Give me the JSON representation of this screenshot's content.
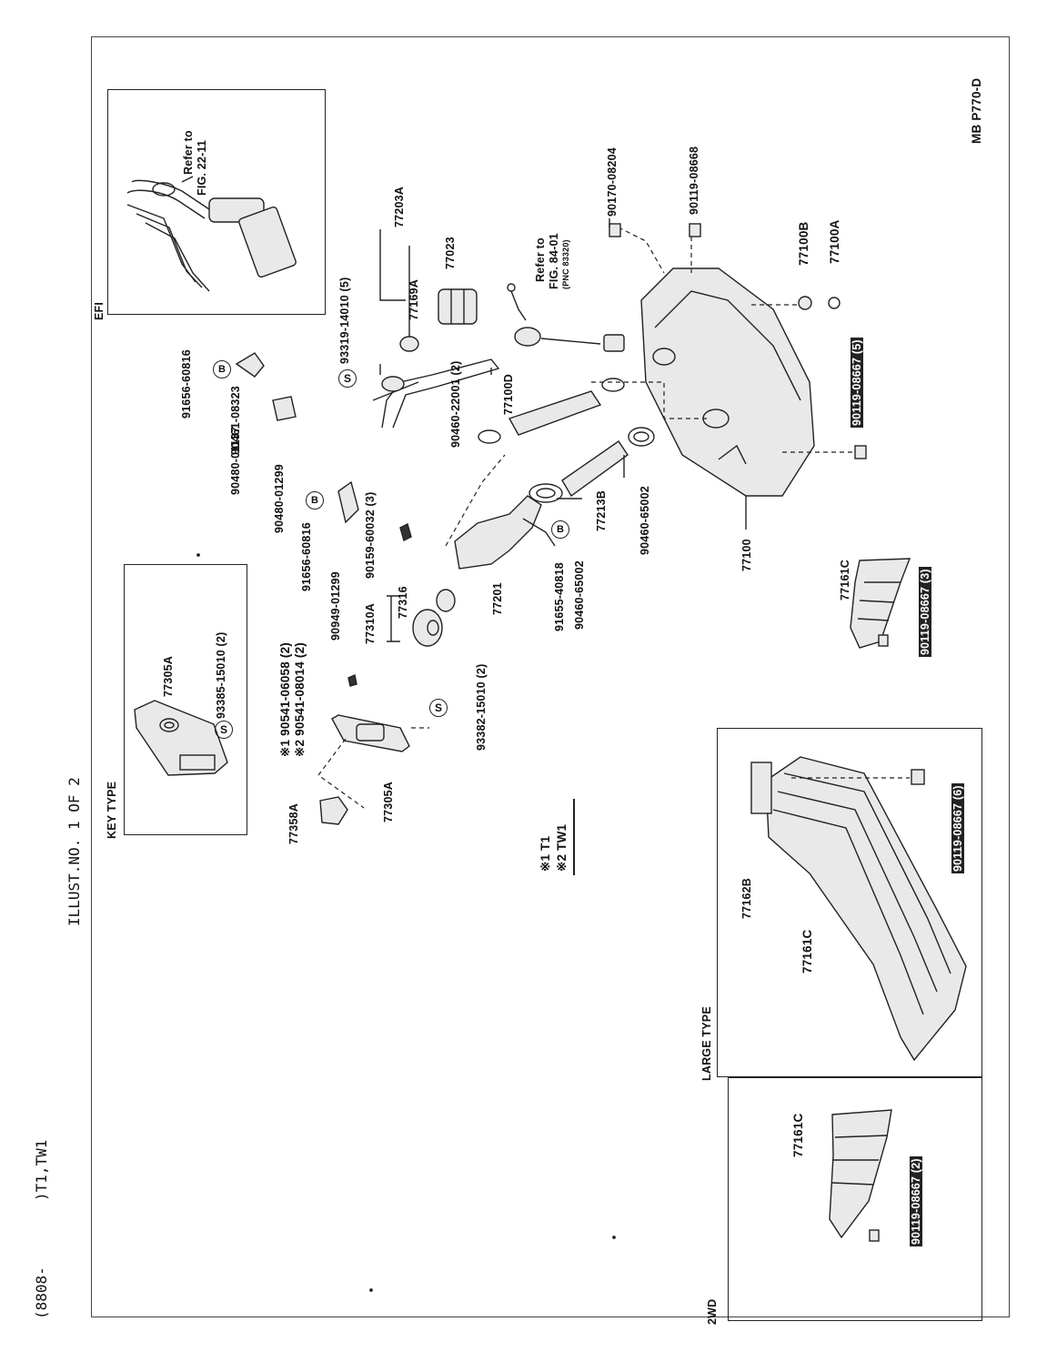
{
  "header": {
    "range": "(8808-",
    "models": ")T1,TW1",
    "illust": "ILLUST.NO. 1 OF 2"
  },
  "figure_code": "MB P770-D",
  "legend": {
    "line1": "※1 T1",
    "line2": "※2 TW1"
  },
  "sections": {
    "efi": "EFI",
    "key_type": "KEY TYPE",
    "large_type": "LARGE TYPE",
    "twowd": "2WD"
  },
  "refs": {
    "fig22_a": "Refer to",
    "fig22_b": "FIG. 22-11",
    "fig84_a": "Refer to",
    "fig84_b": "FIG. 84-01",
    "fig84_c": "(PNC 83320)"
  },
  "parts": {
    "p90170": "90170-08204",
    "p90119a": "90119-08668",
    "p77100b": "77100B",
    "p77100a": "77100A",
    "p90119b": "90119-08667 (5)",
    "p90119c": "90119-08667 (3)",
    "p77161c_a": "77161C",
    "p77100": "77100",
    "p90460_65002a": "90460-65002",
    "p77213b": "77213B",
    "p90460_65002b": "90460-65002",
    "p91655_40818": "91655-40818",
    "p77201": "77201",
    "p77100d": "77100D",
    "p90460_22001": "90460-22001 (2)",
    "p77203a": "77203A",
    "p77169a": "77169A",
    "p77023": "77023",
    "p93319": "93319-14010 (5)",
    "p91656_60816a": "91656-60816",
    "p90461_08323": "90461-08323",
    "p90480_01137": "90480-01137",
    "p90480_01299": "90480-01299",
    "p91656_60816b": "91656-60816",
    "p90159_60032": "90159-60032 (3)",
    "p90949_01299": "90949-01299",
    "p77316": "77316",
    "p77310a": "77310A",
    "p93382": "93382-15010 (2)",
    "p90541a": "※1 90541-06058 (2)",
    "p90541b": "※2 90541-08014 (2)",
    "p77305a_a": "77305A",
    "p93385": "93385-15010 (2)",
    "p77305a_b": "77305A",
    "p77358a": "77358A",
    "p77162b": "77162B",
    "p77161c_b": "77161C",
    "p90119d": "90119-08667 (6)",
    "p77161c_c": "77161C",
    "p90119e": "90119-08667 (2)"
  },
  "markers": {
    "s": "S",
    "b": "B"
  }
}
